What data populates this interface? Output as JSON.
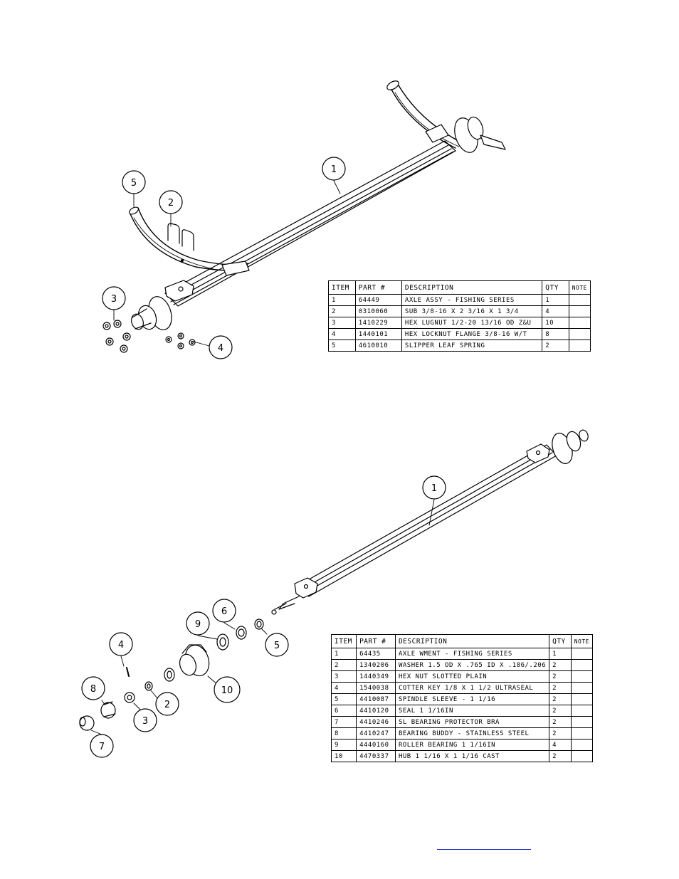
{
  "top_assembly": {
    "balloons": [
      {
        "id": "balloon-1",
        "label": "1"
      },
      {
        "id": "balloon-2",
        "label": "2"
      },
      {
        "id": "balloon-3",
        "label": "3"
      },
      {
        "id": "balloon-4",
        "label": "4"
      },
      {
        "id": "balloon-5",
        "label": "5"
      }
    ],
    "table": {
      "headers": [
        "ITEM",
        "PART #",
        "DESCRIPTION",
        "QTY",
        "NOTE"
      ],
      "rows": [
        [
          "1",
          "64449",
          "AXLE ASSY - FISHING SERIES",
          "1",
          ""
        ],
        [
          "2",
          "0310060",
          "SUB 3/8-16 X 2 3/16 X 1 3/4",
          "4",
          ""
        ],
        [
          "3",
          "1410229",
          "HEX LUGNUT 1/2-20 13/16 OD Z&U",
          "10",
          ""
        ],
        [
          "4",
          "1440101",
          "HEX LOCKNUT FLANGE 3/8-16 W/T",
          "8",
          ""
        ],
        [
          "5",
          "4610010",
          "SLIPPER LEAF SPRING",
          "2",
          ""
        ]
      ]
    }
  },
  "bottom_assembly": {
    "balloons": [
      {
        "id": "balloon-1",
        "label": "1"
      },
      {
        "id": "balloon-2",
        "label": "2"
      },
      {
        "id": "balloon-3",
        "label": "3"
      },
      {
        "id": "balloon-4",
        "label": "4"
      },
      {
        "id": "balloon-5",
        "label": "5"
      },
      {
        "id": "balloon-6",
        "label": "6"
      },
      {
        "id": "balloon-7",
        "label": "7"
      },
      {
        "id": "balloon-8",
        "label": "8"
      },
      {
        "id": "balloon-9",
        "label": "9"
      },
      {
        "id": "balloon-10",
        "label": "10"
      }
    ],
    "table": {
      "headers": [
        "ITEM",
        "PART #",
        "DESCRIPTION",
        "QTY",
        "NOTE"
      ],
      "rows": [
        [
          "1",
          "64435",
          "AXLE WMENT - FISHING SERIES",
          "1",
          ""
        ],
        [
          "2",
          "1340206",
          "WASHER 1.5 OD X .765 ID X .186/.206",
          "2",
          ""
        ],
        [
          "3",
          "1440349",
          "HEX NUT SLOTTED PLAIN",
          "2",
          ""
        ],
        [
          "4",
          "1540038",
          "COTTER KEY 1/8 X 1 1/2 ULTRASEAL",
          "2",
          ""
        ],
        [
          "5",
          "4410087",
          "SPINDLE SLEEVE - 1 1/16",
          "2",
          ""
        ],
        [
          "6",
          "4410120",
          "SEAL 1 1/16IN",
          "2",
          ""
        ],
        [
          "7",
          "4410246",
          "SL BEARING PROTECTOR BRA",
          "2",
          ""
        ],
        [
          "8",
          "4410247",
          "BEARING BUDDY - STAINLESS STEEL",
          "2",
          ""
        ],
        [
          "9",
          "4440160",
          "ROLLER BEARING 1 1/16IN",
          "4",
          ""
        ],
        [
          "10",
          "4470337",
          "HUB 1 1/16 X 1 1/16 CAST",
          "2",
          ""
        ]
      ]
    }
  }
}
